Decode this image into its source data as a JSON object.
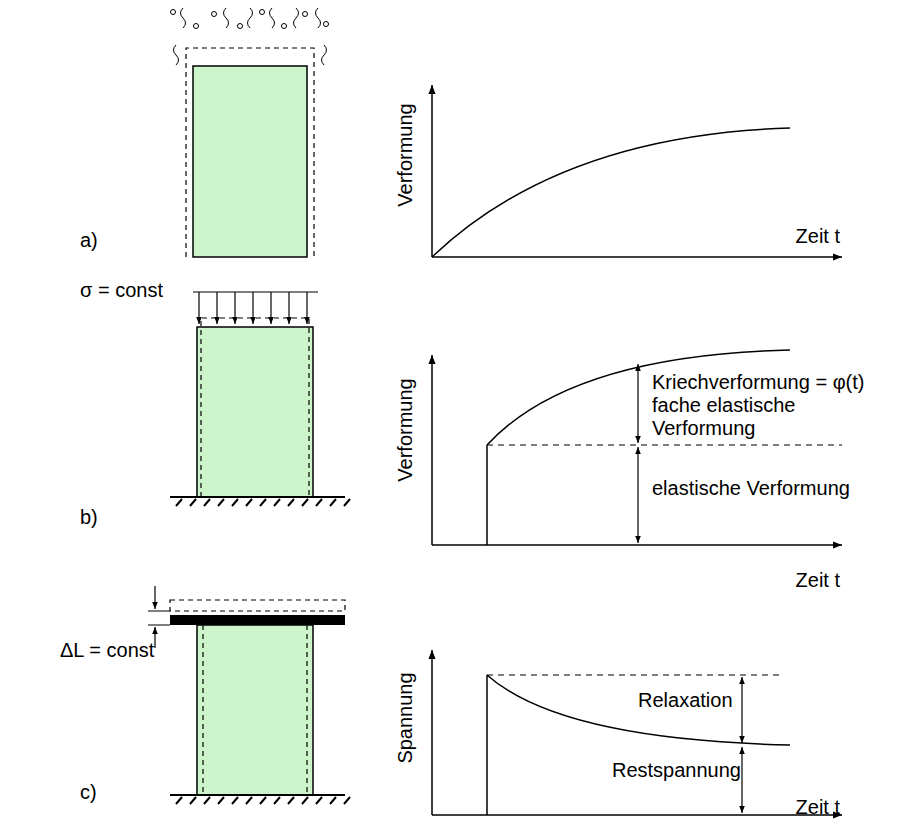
{
  "diagram": {
    "labels": [
      "a)",
      "Verformung",
      "Zeit t",
      "σ = const",
      "b)",
      "Verformung",
      "Kriechverformung = φ(t) fache elastische Verformung",
      "elastische Verformung",
      "Zeit t",
      "ΔL = const",
      "c)",
      "Spannung",
      "Relaxation",
      "Restspannung",
      "Zeit t"
    ]
  }
}
